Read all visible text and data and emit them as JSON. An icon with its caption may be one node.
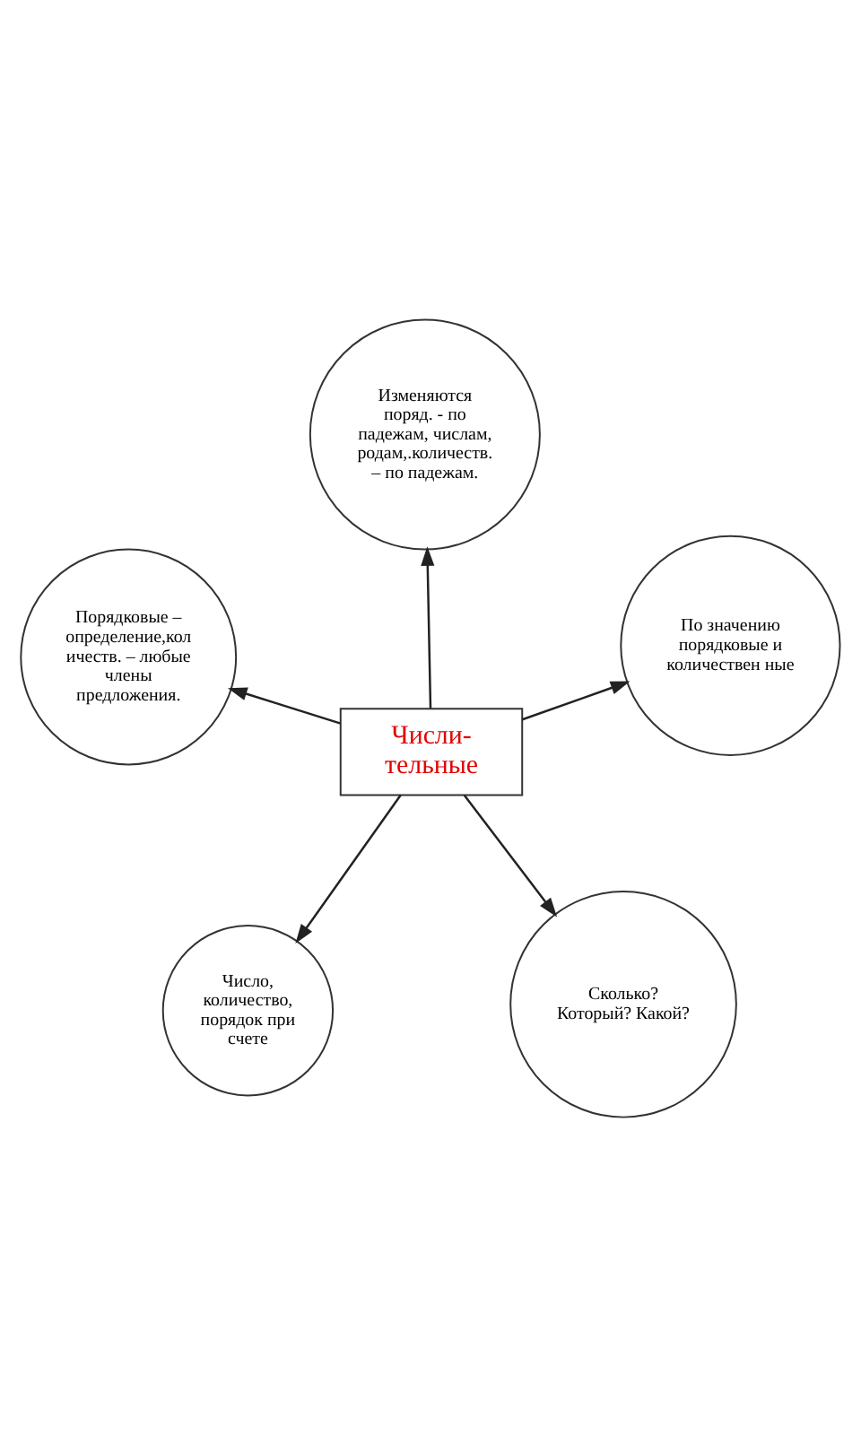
{
  "diagram": {
    "nodes": [
      {
        "text": [
          "Число, количество, порядок при счете"
        ]
      },
      {
        "text": [
          "Сколько? Который? Какой?"
        ]
      },
      {
        "text": [
          "Числи- тельные"
        ]
      },
      {
        "text": [
          "Изменяются поряд. - по падежам, числам, родам,.количеств. – по падежам."
        ]
      },
      {
        "text": [
          "По значению порядковые и количествен ные"
        ]
      },
      {
        "text": [
          "Порядковые – определение,кол ичеств. – любые члены предложения."
        ]
      }
    ],
    "edges": [
      {
        "from": 2,
        "to": 0,
        "arrow": "to"
      },
      {
        "from": 2,
        "to": 1,
        "arrow": "to"
      },
      {
        "from": 2,
        "to": 3,
        "arrow": "to"
      },
      {
        "from": 2,
        "to": 4,
        "arrow": "to"
      },
      {
        "from": 2,
        "to": 5,
        "arrow": "to"
      }
    ]
  }
}
